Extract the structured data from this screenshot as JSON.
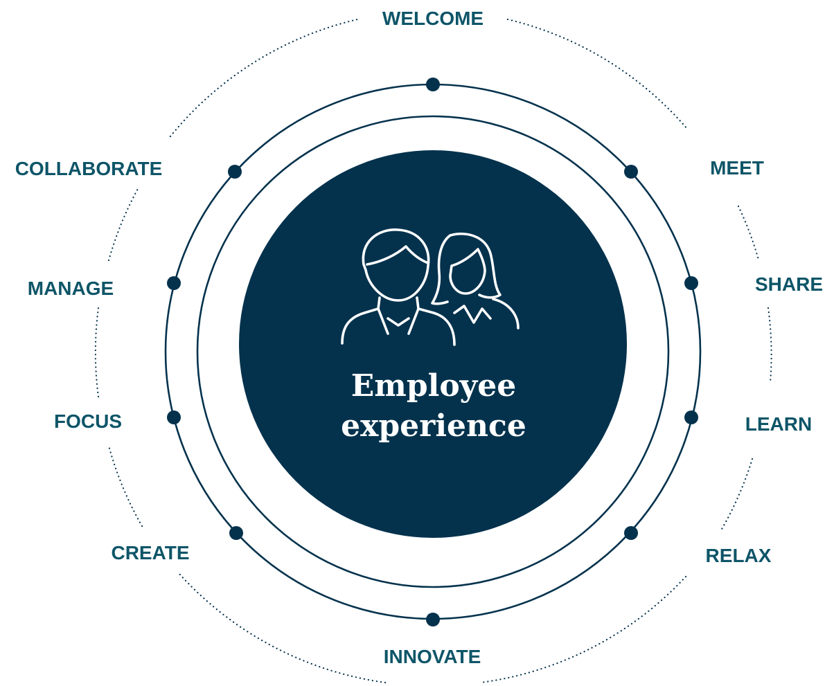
{
  "diagram": {
    "center": {
      "title_line1": "Employee",
      "title_line2": "experience",
      "icon": "people-icon"
    },
    "stages": [
      {
        "id": "welcome",
        "label": "WELCOME"
      },
      {
        "id": "meet",
        "label": "MEET"
      },
      {
        "id": "share",
        "label": "SHARE"
      },
      {
        "id": "learn",
        "label": "LEARN"
      },
      {
        "id": "relax",
        "label": "RELAX"
      },
      {
        "id": "innovate",
        "label": "INNOVATE"
      },
      {
        "id": "create",
        "label": "CREATE"
      },
      {
        "id": "focus",
        "label": "FOCUS"
      },
      {
        "id": "manage",
        "label": "MANAGE"
      },
      {
        "id": "collaborate",
        "label": "COLLABORATE"
      }
    ],
    "colors": {
      "navy": "#04324d",
      "teal_label": "#0e5568",
      "white": "#ffffff"
    }
  }
}
